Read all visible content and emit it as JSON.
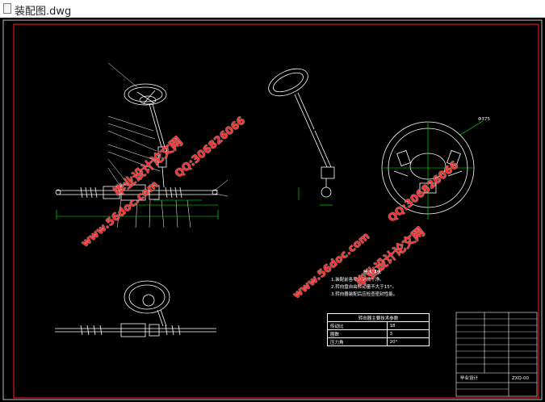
{
  "window": {
    "title": "装配图.dwg"
  },
  "drawing": {
    "colors": {
      "frame": "#ff2020",
      "lines": "#ffffff",
      "dims": "#00ff00",
      "background": "#000000"
    },
    "watermarks": [
      {
        "text": "毕业设计论文网",
        "id": "wm1"
      },
      {
        "text": "www.56doc.com",
        "id": "wm2"
      },
      {
        "text": "QQ:306826066",
        "id": "wm3"
      },
      {
        "text": "QQ:306826066",
        "id": "wm4"
      },
      {
        "text": "www.56doc.com",
        "id": "wm5"
      },
      {
        "text": "毕业设计论文网",
        "id": "wm6"
      }
    ],
    "tech_requirements": {
      "heading": "技术要求",
      "items": [
        "1.装配前各零件清洗干净。",
        "2.转向盘自由转动量不大于15°。",
        "3.转向器装配后应检查密封性能。"
      ]
    },
    "param_table": {
      "header": "转向器主要技术参数",
      "rows": [
        [
          "传动比",
          "18"
        ],
        [
          "圈数",
          "3"
        ],
        [
          "压力角",
          "20°"
        ]
      ]
    },
    "title_block": {
      "company": "毕业设计",
      "drawing_no": "ZXQ-00"
    },
    "labels": {
      "circle_dim": "Φ375"
    }
  }
}
